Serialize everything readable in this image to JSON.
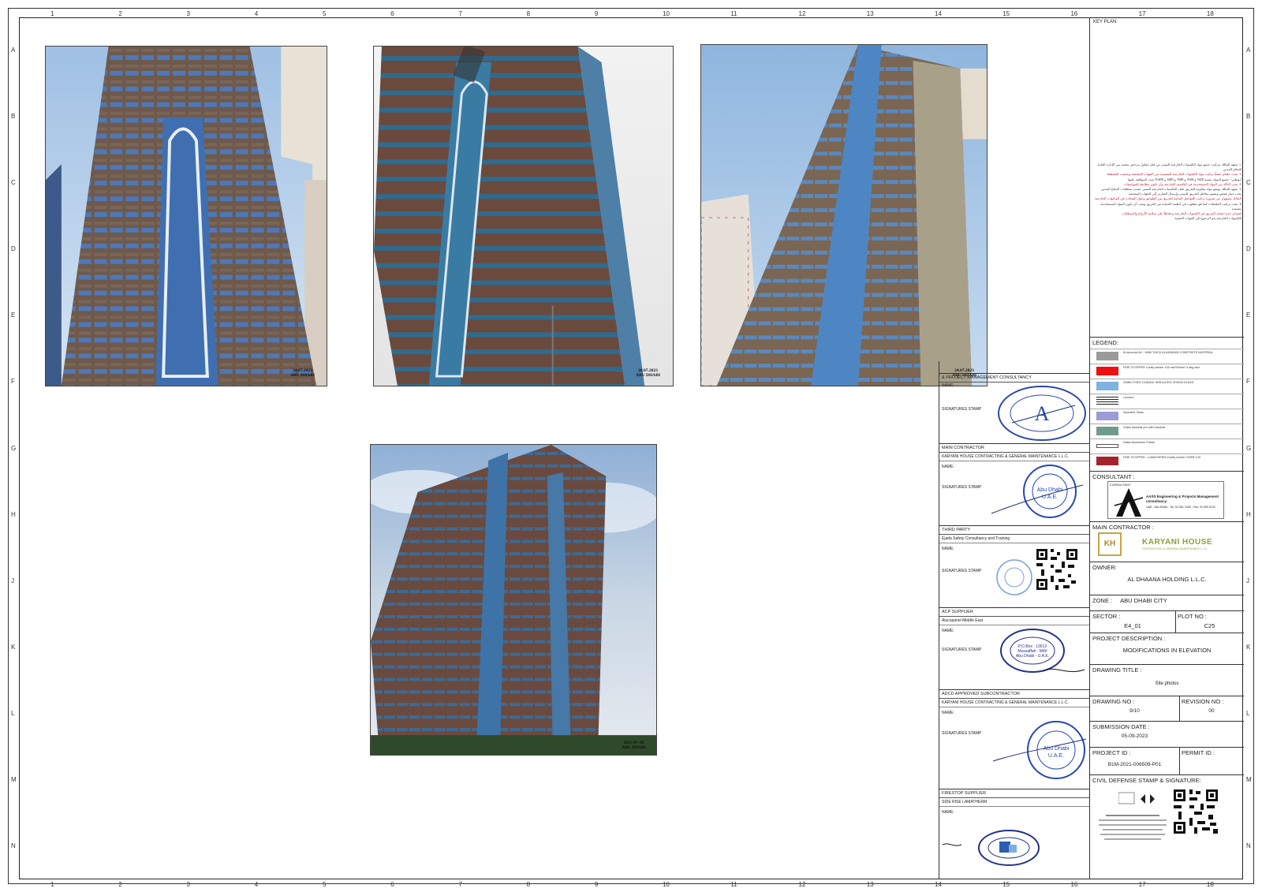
{
  "grid": {
    "columns": [
      "1",
      "2",
      "3",
      "4",
      "5",
      "6",
      "7",
      "8",
      "9",
      "10",
      "11",
      "12",
      "13",
      "14",
      "15",
      "16",
      "17",
      "18"
    ],
    "rows": [
      "A",
      "B",
      "C",
      "D",
      "E",
      "F",
      "G",
      "H",
      "J",
      "K",
      "L",
      "M",
      "N"
    ]
  },
  "photos": [
    {
      "stamp_date": "24.07.2023",
      "stamp_place": "ABU DHABI"
    },
    {
      "stamp_date": "28.07.2023",
      "stamp_place": "ABU DHABI"
    },
    {
      "stamp_date": "24.07.2023",
      "stamp_place": "ABU DHABI"
    },
    {
      "stamp_date": "2023-07-28",
      "stamp_place": "ABU DHABI"
    }
  ],
  "signatures": {
    "consultant_header": "& PROJECT MANAGEMENT CONSULTANCY",
    "name_label": "NAME:",
    "sign_label": "SIGNATURES STAMP",
    "main_contractor_header": "MAIN CONTRACTOR",
    "main_contractor_name": "KARYANI HOUSE CONTRACTING & GENERAL MAINTENANCE L.L.C.",
    "third_party_header": "THIRD PARTY",
    "third_party_name": "Ejada Safety Consultancy and Training",
    "acp_header": "ACP SUPPLIER",
    "acp_name": "Alucopanel Middle East",
    "adcd_header": "ADCD APPROVED SUBCONTRACTOR",
    "adcd_name": "KARYANI HOUSE CONTRACTING & GENERAL MAINTENANCE L.L.C.",
    "firestop_header": "FIRESTOP SUPPLIER",
    "firestop_name": "SIDE RISE LAMATHERM",
    "stamp_abu_dhabi": "Abu Dhabi",
    "stamp_uae": "U.A.E.",
    "stamp_pobox": "P.O.Box : 13613",
    "stamp_mussafah": "Mussaffah - M40",
    "stamp_ad": "Abu Dhabi - U.A.E."
  },
  "title_block": {
    "key_plan_label": "KEY PLAN:",
    "legend_label": "LEGEND:",
    "legend": [
      {
        "color": "#9a9a9a",
        "desc": "Al aluconel A2 - 4MM THICK ALUMINIUM COMPOSITE MATERIAL"
      },
      {
        "color": "#ee1111",
        "desc": "FIRE STOPPER Cavity barrier 100 mm*60mm H.deg.and"
      },
      {
        "color": "#7fb2e0",
        "desc": "24MM THICK DOUBLE INSULATED VISION GLASS"
      },
      {
        "color": "#555555",
        "desc": "Louvers"
      },
      {
        "color": "#9d9ad8",
        "desc": "Spandrel Glass"
      },
      {
        "color": "#6f9a8c",
        "desc": "Glass handrail pre with handrail"
      },
      {
        "color": "#ffffff",
        "desc": "Glass Aluminium Frame"
      },
      {
        "color": "#a6232b",
        "desc": "FIRE STOPPER - LAMATHERM Cavity barrier CWFB 120"
      }
    ],
    "consultant_label": "CONSULTANT :",
    "consultant_logo_top": "CONSULTANT",
    "consultant_logo_name": "AASS Engineering & Projects Management consultancy",
    "consultant_logo_addr": "UAE - Abu Dhabi - Tel: 02 551 1309 - Fax: 02 559 5122",
    "main_contractor_label": "MAIN CONTRACTOR :",
    "main_contractor_logo": "KARYANI HOUSE",
    "main_contractor_logo_sub": "CONTRACTING & GENERAL MAINTENANCE L.L.C.",
    "owner_label": "OWNER:",
    "owner_value": "AL DHAANA HOLDING L.L.C.",
    "zone_label": "ZONE :",
    "zone_value": "ABU DHABI CITY",
    "sector_label": "SECTOR :",
    "sector_value": "E4_01",
    "plot_label": "PLOT NO :",
    "plot_value": "C25",
    "project_desc_label": "PROJECT DESCRIPTION :",
    "project_desc_value": "MODIFICATIONS IN ELEVATION",
    "drawing_title_label": "DRAWING TITLE :",
    "drawing_title_value": "Site photos",
    "drawing_no_label": "DRAWING NO :",
    "drawing_no_value": "9/10",
    "revision_label": "REVISION NO :",
    "revision_value": "00",
    "submission_label": "SUBMISSION DATE :",
    "submission_value": "05-09-2023",
    "project_id_label": "PROJECT ID :",
    "project_id_value": "B1M-2021-006509-P01",
    "permit_label": "PERMIT ID :",
    "civil_label": "CIVIL DEFENSE STAMP & SIGNATURE:"
  }
}
